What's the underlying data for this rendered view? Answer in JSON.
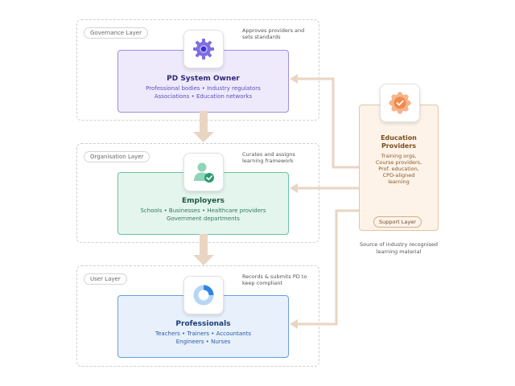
{
  "layers": [
    {
      "tag": "Governance Layer",
      "note": "Approves providers and sets standards",
      "card": {
        "title": "PD System Owner",
        "lines": [
          "Professional bodies • Industry regulators",
          "Associations • Education networks"
        ]
      },
      "icon": "gear-icon"
    },
    {
      "tag": "Organisation Layer",
      "note": "Curates and assigns learning framework",
      "card": {
        "title": "Employers",
        "lines": [
          "Schools • Businesses • Healthcare providers",
          "Government departments"
        ]
      },
      "icon": "person-check-icon"
    },
    {
      "tag": "User Layer",
      "note": "Records & submits PD to keep compliant",
      "card": {
        "title": "Professionals",
        "lines": [
          "Teachers • Trainers • Accountants",
          "Engineers • Nurses"
        ]
      },
      "icon": "donut-chart-icon"
    }
  ],
  "side": {
    "title_line1": "Education",
    "title_line2": "Providers",
    "lines": [
      "Training orgs,",
      "Course providers,",
      "Prof. education,",
      "CPD-aligned",
      "learning"
    ],
    "tag": "Support Layer",
    "note": "Source of industry recognised learning material",
    "icon": "badge-check-icon"
  },
  "colors": {
    "governance_bg": "#eeeafc",
    "governance_border": "#9b8fe0",
    "governance_text": "#2e2a78",
    "governance_sub": "#5b4fb8",
    "organisation_bg": "#e4f5ee",
    "organisation_border": "#6cc2a0",
    "organisation_text": "#1e5a44",
    "organisation_sub": "#2f7a5c",
    "user_bg": "#e7f0fb",
    "user_border": "#6a9fdc",
    "user_text": "#1c3f78",
    "user_sub": "#2c5aa8",
    "connector": "#e8d5c2",
    "side_accent": "#f08a4b"
  }
}
